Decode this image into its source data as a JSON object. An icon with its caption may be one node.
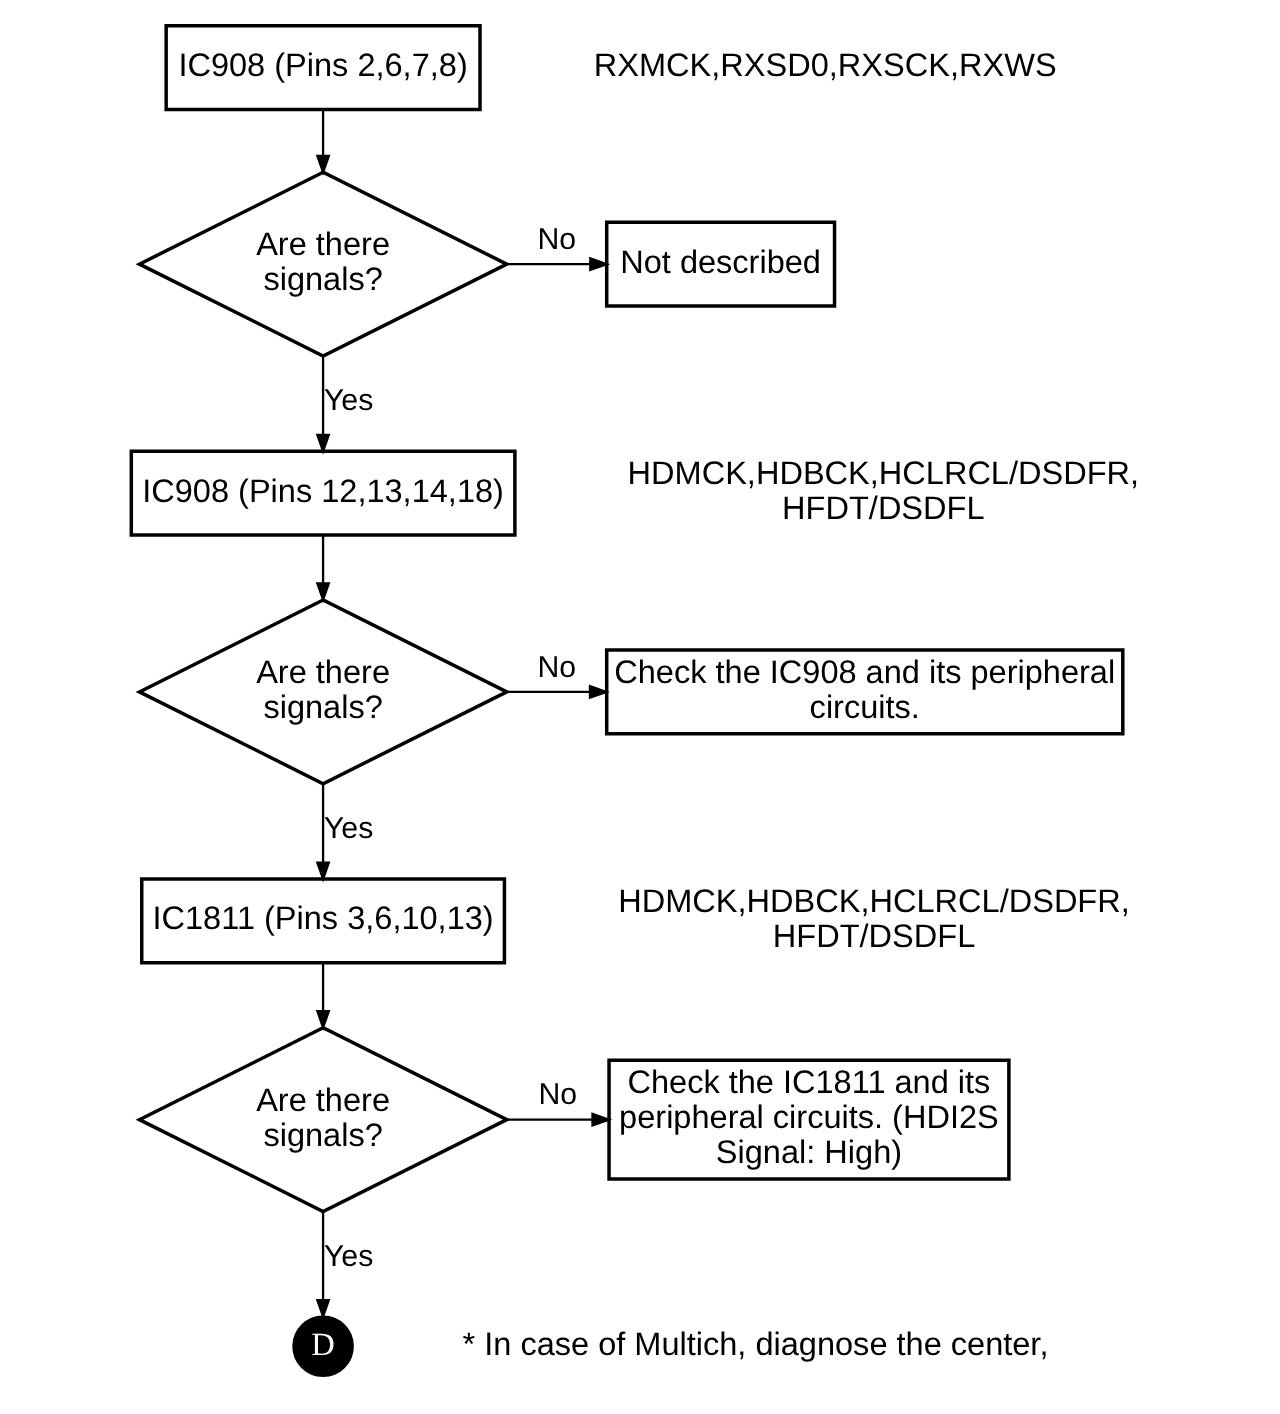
{
  "diagram": {
    "nodes": [
      {
        "text": [
          "IC908 (Pins 2,6,7,8)"
        ],
        "beside": [
          "RXMCK,RXSD0,RXSCK,RXWS"
        ]
      },
      {
        "text": [
          "Are there signals?"
        ]
      },
      {
        "text": [
          "Not described"
        ]
      },
      {
        "text": [
          "IC908 (Pins 12,13,14,18)"
        ],
        "beside": [
          "HDMCK,HDBCK,HCLRCL/DSDFR, HFDT/DSDFL"
        ]
      },
      {
        "text": [
          "Are there signals?"
        ]
      },
      {
        "text": [
          "Check the IC908 and its peripheral circuits."
        ]
      },
      {
        "text": [
          "IC1811 (Pins 3,6,10,13)"
        ],
        "beside": [
          "HDMCK,HDBCK,HCLRCL/DSDFR, HFDT/DSDFL"
        ]
      },
      {
        "text": [
          "Are there signals?"
        ]
      },
      {
        "text": [
          "Check the IC1811 and its peripheral circuits. (HDI2S Signal: High)"
        ]
      },
      {
        "text": [
          "D"
        ]
      }
    ],
    "edges": [
      {
        "from": 0,
        "to": 1,
        "arrow": "to"
      },
      {
        "from": 1,
        "to": 2,
        "arrow": "to",
        "label": "No"
      },
      {
        "from": 1,
        "to": 3,
        "arrow": "to",
        "label": "Yes"
      },
      {
        "from": 3,
        "to": 4,
        "arrow": "to"
      },
      {
        "from": 4,
        "to": 5,
        "arrow": "to",
        "label": "No"
      },
      {
        "from": 4,
        "to": 6,
        "arrow": "to",
        "label": "Yes"
      },
      {
        "from": 6,
        "to": 7,
        "arrow": "to"
      },
      {
        "from": 7,
        "to": 8,
        "arrow": "to",
        "label": "No"
      },
      {
        "from": 7,
        "to": 9,
        "arrow": "to",
        "label": "Yes"
      }
    ],
    "labels": [
      "* In case of Multich, diagnose the center,"
    ]
  }
}
